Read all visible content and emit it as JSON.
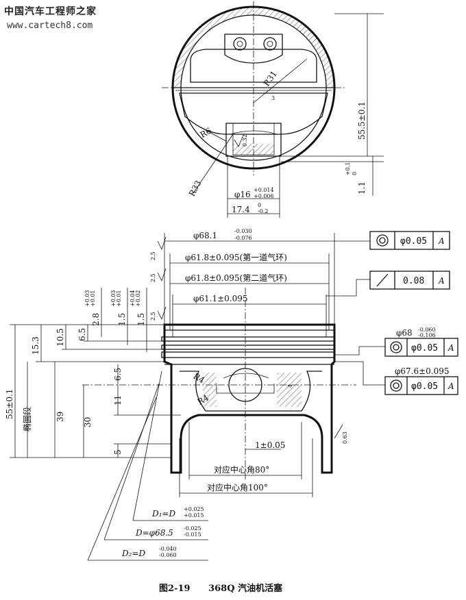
{
  "watermark": {
    "line1": "中国汽车工程师之家",
    "line2": "www.cartech8.com"
  },
  "caption": {
    "figure": "图2-19",
    "title": "368Q 汽油机活塞"
  },
  "top_view": {
    "r31": "R31",
    "r6": "R6",
    "r33": "R33",
    "three": "3",
    "roughness": "0.32",
    "pin_dia": "φ16",
    "pin_tol_up": "+0.014",
    "pin_tol_lo": "+0.006",
    "boss_width": "17.4",
    "boss_tol_up": "0",
    "boss_tol_lo": "-0.2",
    "height_55": "55.5±0.1",
    "height_11": "1.1",
    "height_11_tol_up": "+0.1",
    "height_11_tol_lo": "0"
  },
  "side_view": {
    "d681": "φ68.1",
    "d681_up": "-0.030",
    "d681_lo": "-0.076",
    "d618a": "φ61.8±0.095(第一道气环)",
    "d618b": "φ61.8±0.095(第二道气环)",
    "d611": "φ61.1±0.095",
    "d68": "φ68",
    "d68_up": "-0.060",
    "d68_lo": "-0.106",
    "d676": "φ67.6±0.095",
    "r4a": "R4",
    "r4b": "R4",
    "four": "4",
    "one": "1±0.05",
    "ang80": "对应中心角80°",
    "ang100": "对应中心角100°",
    "d1": "D₁=D",
    "d1_up": "+0.025",
    "d1_lo": "+0.015",
    "d": "D=φ68.5",
    "d_up": "-0.025",
    "d_lo": "-0.015",
    "d2": "D₂=D",
    "d2_up": "-0.040",
    "d2_lo": "-0.060",
    "rough25a": "2.5",
    "rough25b": "2.5",
    "rough25c": "2.5",
    "rough063": "0.63",
    "v55": "55±0.1",
    "v153": "15.3",
    "v105": "10.5",
    "v65a": "6.5",
    "v28": "2.8",
    "v28_up": "+0.03",
    "v28_lo": "+0.01",
    "v15a": "1.5",
    "v15a_up": "+0.03",
    "v15a_lo": "+0.01",
    "v15b": "1.5",
    "v15b_up": "+0.04",
    "v15b_lo": "+0.02",
    "v65b": "6.5",
    "v11": "11",
    "v5": "5",
    "v39": "39",
    "v30": "30",
    "oval": "椭圆段"
  },
  "tolerance_frames": [
    {
      "symbol": "concentricity",
      "value": "φ0.05",
      "datum": "A"
    },
    {
      "symbol": "runout",
      "value": "0.08",
      "datum": "A"
    },
    {
      "symbol": "concentricity",
      "value": "φ0.05",
      "datum": "A"
    },
    {
      "symbol": "concentricity",
      "value": "φ0.05",
      "datum": "A"
    }
  ]
}
